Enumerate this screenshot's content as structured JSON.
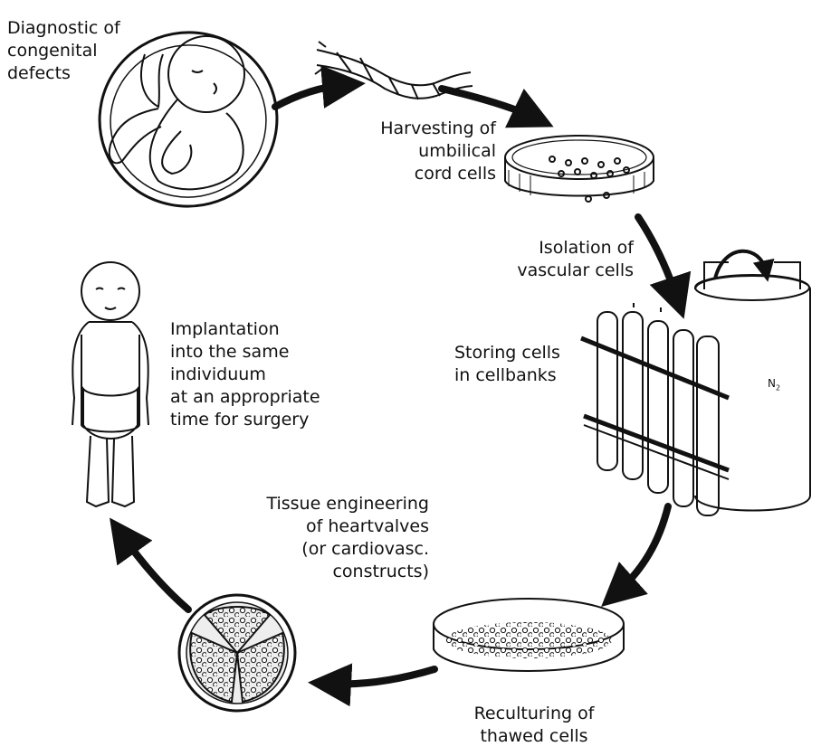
{
  "steps": {
    "diagnostic": [
      "Diagnostic of",
      "congenital",
      "defects"
    ],
    "harvesting": [
      "Harvesting of",
      "umbilical",
      "cord cells"
    ],
    "isolation": [
      "Isolation of",
      "vascular cells"
    ],
    "storing": [
      "Storing cells",
      "in cellbanks"
    ],
    "reculturing": [
      "Reculturing of",
      "thawed cells"
    ],
    "tissue_engineering": [
      "Tissue engineering",
      "of heartvalves",
      "(or cardiovasc.",
      "constructs)"
    ],
    "implantation": [
      "Implantation",
      "into the same",
      "individuum",
      "at an appropriate",
      "time for surgery"
    ]
  },
  "container_label": {
    "base": "N",
    "sub": "2"
  }
}
